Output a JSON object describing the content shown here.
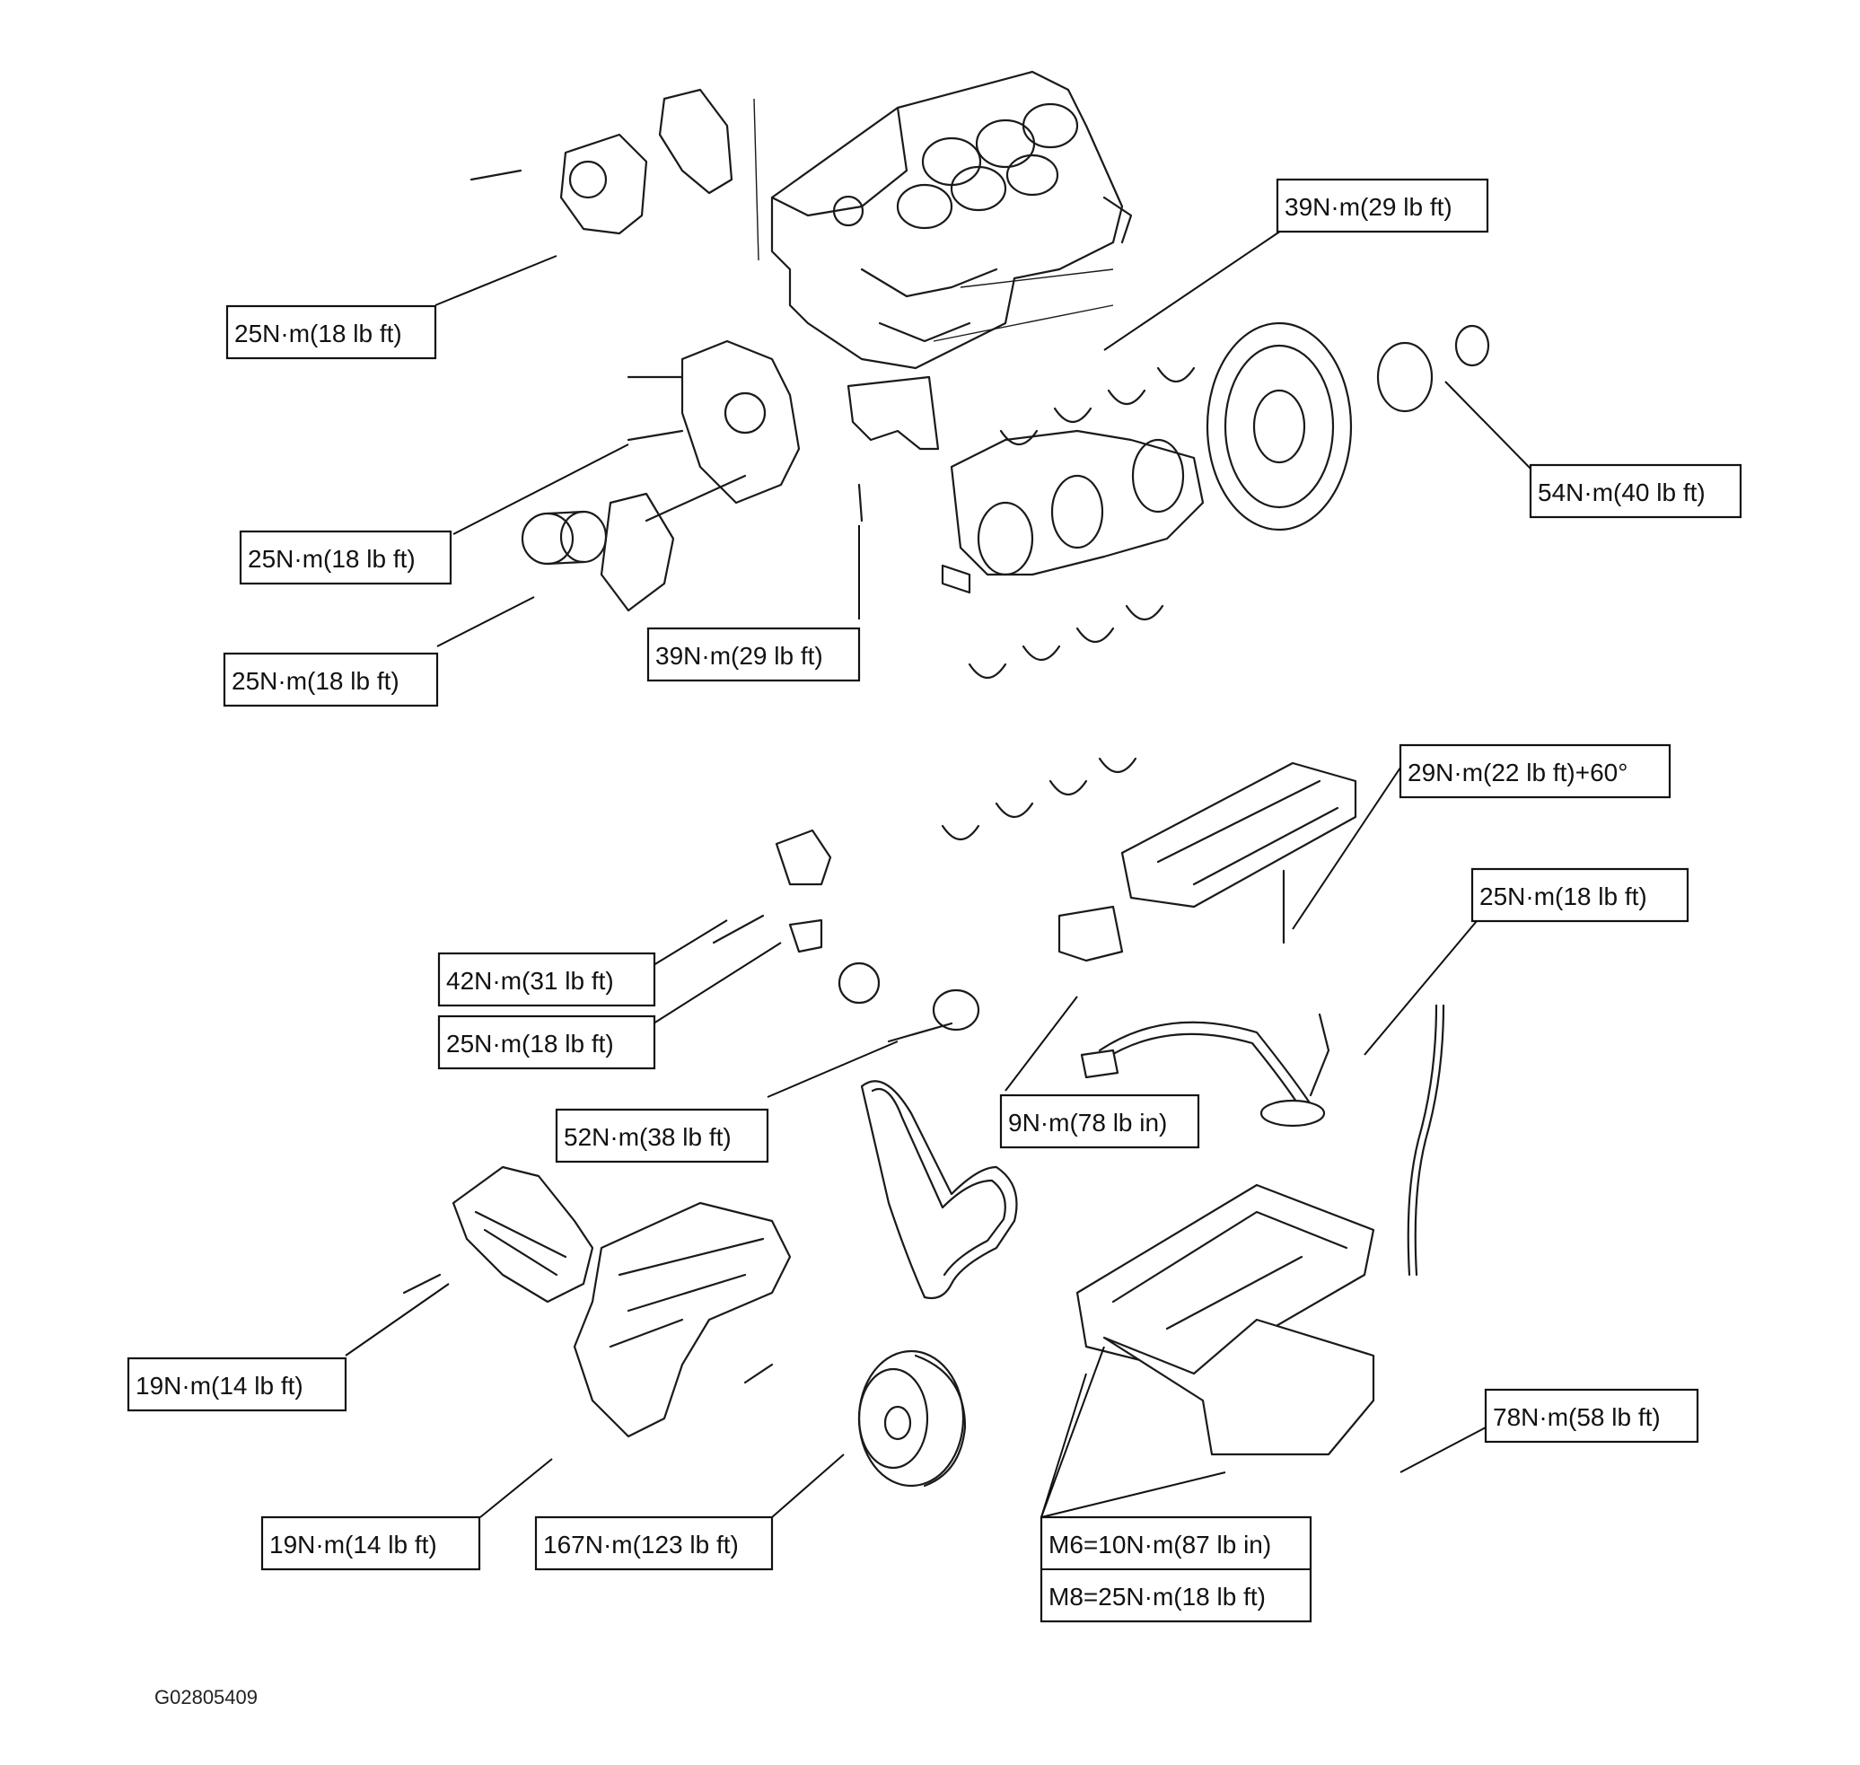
{
  "diagram": {
    "reference_code": "G02805409",
    "torque_labels": {
      "water_pump_bolt": "25N·m(18 lb ft)",
      "main_cap_bolt_upper": "39N·m(29 lb ft)",
      "flexplate_bolt": "54N·m(40 lb ft)",
      "oil_pump_bolt_upper": "25N·m(18 lb ft)",
      "oil_pump_bolt_lower": "25N·m(18 lb ft)",
      "rear_seal_retainer_bolt": "39N·m(29 lb ft)",
      "lower_crankcase_bolt": "29N·m(22 lb ft)+60°",
      "oil_pickup_bolt_right": "25N·m(18 lb ft)",
      "tensioner_bolt": "42N·m(31 lb ft)",
      "tensioner_bracket_bolt": "25N·m(18 lb ft)",
      "idler_pulley_bolt": "52N·m(38 lb ft)",
      "pickup_tube_bolt": "9N·m(78 lb in)",
      "timing_cover_bolt_upper": "19N·m(14 lb ft)",
      "timing_cover_bolt_lower": "19N·m(14 lb ft)",
      "crank_pulley_bolt": "167N·m(123 lb ft)",
      "drain_plug": "78N·m(58 lb ft)",
      "oil_pan_m6": "M6=10N·m(87 lb in)",
      "oil_pan_m8": "M8=25N·m(18 lb ft)"
    }
  }
}
